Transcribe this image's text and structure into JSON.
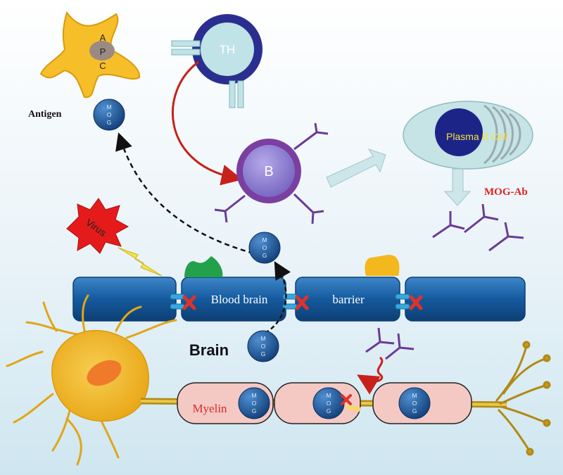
{
  "labels": {
    "apc_a": "A",
    "apc_p": "P",
    "apc_c": "C",
    "th": "TH",
    "antigen": "Antigen",
    "b_cell": "B",
    "plasma": "Plasma B Cell",
    "mog_ab": "MOG-Ab",
    "virus": "Virus",
    "bbb_1": "Blood brain",
    "bbb_2": "barrier",
    "brain": "Brain",
    "myelin": "Myelin",
    "mog": [
      "M",
      "O",
      "G"
    ]
  },
  "colors": {
    "background_top": "#ffffff",
    "background_bottom": "#cfe6f0",
    "apc": "#f6bf2a",
    "th_ring": "#2a2f8f",
    "th_fill": "#bfe3e6",
    "b_ring": "#7a3fa0",
    "b_fill": "#8c7fd0",
    "plasma_fill": "#c6e3e6",
    "plasma_nucleus": "#1d2488",
    "mog_dark": "#14508f",
    "barrier": "#1b65a8",
    "myelin": "#f4c9c4",
    "neuron": "#f2b71d",
    "red_arrow": "#c8201a",
    "mog_ab_text": "#e02020",
    "antibody": "#6b3b96"
  },
  "icons": [
    "apc-cell-icon",
    "th-cell-icon",
    "b-cell-icon",
    "plasma-cell-icon",
    "virus-icon",
    "lightning-icon",
    "neuron-icon",
    "antibody-icon",
    "tight-junction-icon",
    "red-x-icon"
  ]
}
